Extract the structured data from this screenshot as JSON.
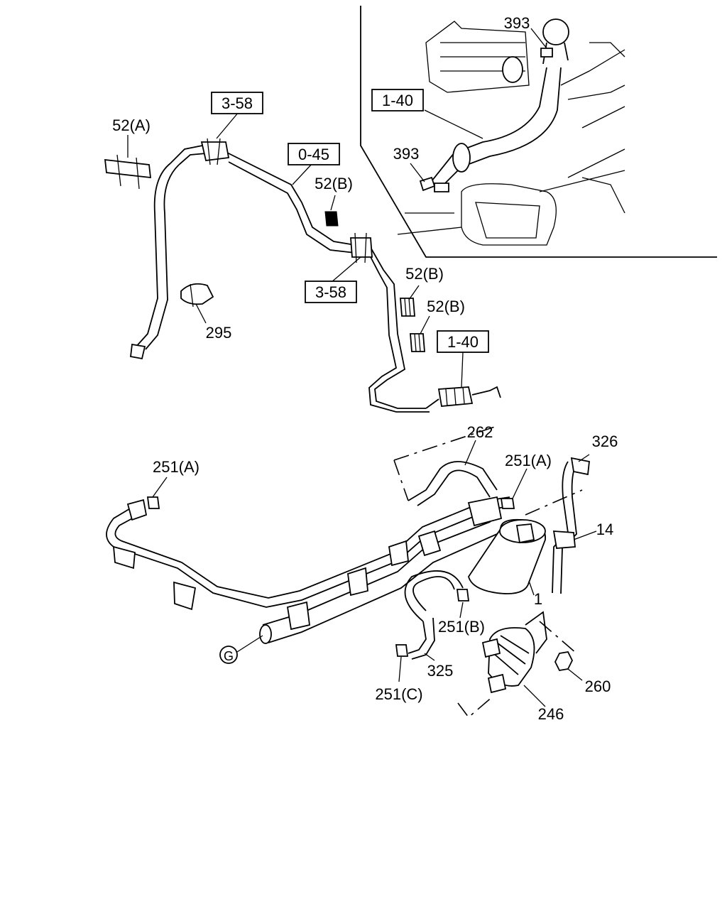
{
  "labels": {
    "l393a": "393",
    "l393b": "393",
    "l52a": "52(A)",
    "l52b1": "52(B)",
    "l52b2": "52(B)",
    "l52b3": "52(B)",
    "l295": "295",
    "l262": "262",
    "l251a1": "251(A)",
    "l251a2": "251(A)",
    "l251b": "251(B)",
    "l251c": "251(C)",
    "l326": "326",
    "l14": "14",
    "l1": "1",
    "l325": "325",
    "l260": "260",
    "l246": "246",
    "lG": "G"
  },
  "boxes": {
    "b140a": "1-40",
    "b358a": "3-58",
    "b045": "0-45",
    "b358b": "3-58",
    "b140b": "1-40"
  }
}
